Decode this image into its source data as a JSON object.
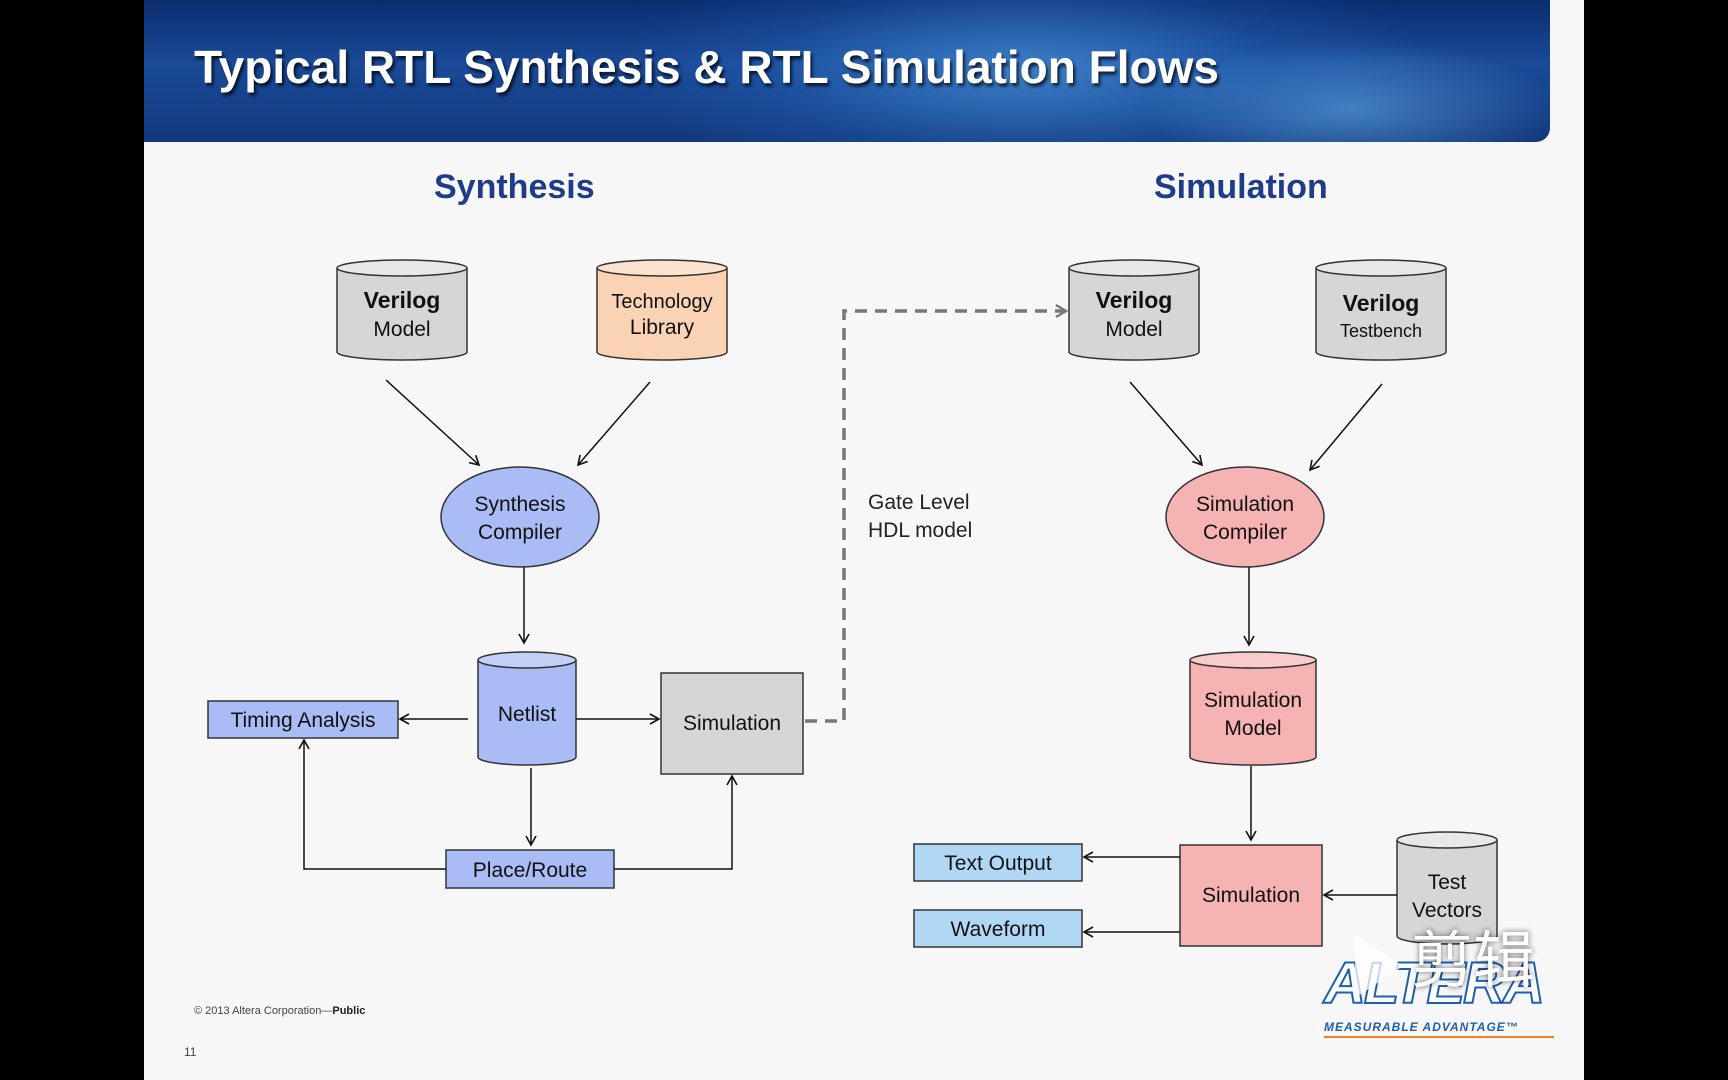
{
  "slide": {
    "title": "Typical RTL Synthesis & RTL Simulation Flows",
    "copyright_prefix": "© 2013 Altera Corporation—",
    "copyright_suffix": "Public",
    "page_number": "11"
  },
  "synthesis": {
    "heading": "Synthesis",
    "verilog_model": {
      "line1": "Verilog",
      "line2": "Model"
    },
    "technology_library": {
      "line1": "Technology",
      "line2": "Library"
    },
    "synthesis_compiler": {
      "line1": "Synthesis",
      "line2": "Compiler"
    },
    "netlist": "Netlist",
    "timing_analysis": "Timing Analysis",
    "simulation": "Simulation",
    "place_route": "Place/Route"
  },
  "gate_level": {
    "line1": "Gate Level",
    "line2": "HDL model"
  },
  "simulation_flow": {
    "heading": "Simulation",
    "verilog_model": {
      "line1": "Verilog",
      "line2": "Model"
    },
    "verilog_testbench": {
      "line1": "Verilog",
      "line2": "Testbench"
    },
    "simulation_compiler": {
      "line1": "Simulation",
      "line2": "Compiler"
    },
    "simulation_model": {
      "line1": "Simulation",
      "line2": "Model"
    },
    "simulation": "Simulation",
    "test_vectors": {
      "line1": "Test",
      "line2": "Vectors"
    },
    "text_output": "Text Output",
    "waveform": "Waveform"
  },
  "logo": {
    "name": "ALTERA",
    "tagline": "MEASURABLE ADVANTAGE™"
  },
  "watermark": "剪辑",
  "colors": {
    "gray": "#d6d6d6",
    "peach": "#f9d3b3",
    "blue": "#a9bcf5",
    "light_blue": "#b0d8f5",
    "pink": "#f6b3b3",
    "title_blue": "#1f3c8a"
  }
}
